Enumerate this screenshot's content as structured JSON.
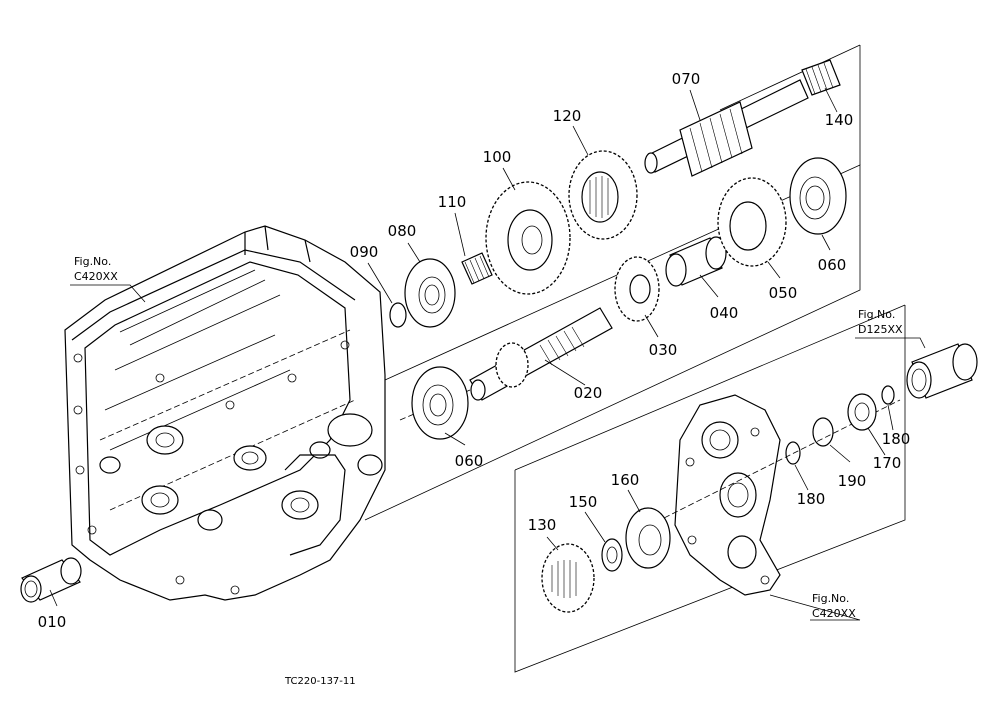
{
  "caption": "TC220-137-11",
  "parts": [
    {
      "number": "010"
    },
    {
      "number": "020"
    },
    {
      "number": "030"
    },
    {
      "number": "040"
    },
    {
      "number": "050"
    },
    {
      "number": "060"
    },
    {
      "number": "060"
    },
    {
      "number": "070"
    },
    {
      "number": "080"
    },
    {
      "number": "090"
    },
    {
      "number": "100"
    },
    {
      "number": "110"
    },
    {
      "number": "120"
    },
    {
      "number": "130"
    },
    {
      "number": "140"
    },
    {
      "number": "150"
    },
    {
      "number": "160"
    },
    {
      "number": "170"
    },
    {
      "number": "180"
    },
    {
      "number": "180"
    },
    {
      "number": "190"
    }
  ],
  "figure_refs": [
    {
      "line1": "Fig.No.",
      "line2": "C420XX"
    },
    {
      "line1": "Fig.No.",
      "line2": "D125XX"
    },
    {
      "line1": "Fig.No.",
      "line2": "C420XX"
    }
  ]
}
